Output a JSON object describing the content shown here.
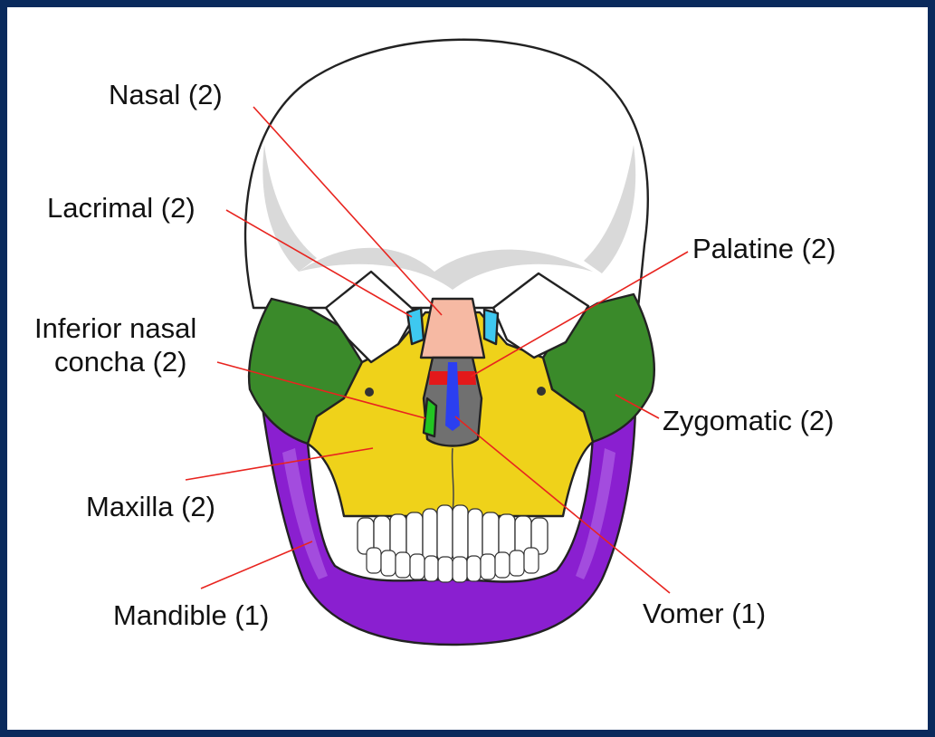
{
  "labels": {
    "nasal": "Nasal (2)",
    "lacrimal": "Lacrimal (2)",
    "palatine": "Palatine (2)",
    "concha_line1": "Inferior nasal",
    "concha_line2": "concha (2)",
    "zygomatic": "Zygomatic (2)",
    "maxilla": "Maxilla (2)",
    "mandible": "Mandible (1)",
    "vomer": "Vomer (1)"
  },
  "colors": {
    "frame": "#0a2a5c",
    "leader": "#e8241f",
    "skull": "#ffffff",
    "nasal": "#f6b9a3",
    "lacrimal": "#3ec8f0",
    "palatine": "#e3191a",
    "inferior_nasal_concha": "#22c422",
    "zygomatic": "#3a8a2a",
    "maxilla": "#efd21a",
    "mandible": "#8a1fd0",
    "vomer": "#2b3ff0",
    "nasal_cavity": "#707070"
  }
}
